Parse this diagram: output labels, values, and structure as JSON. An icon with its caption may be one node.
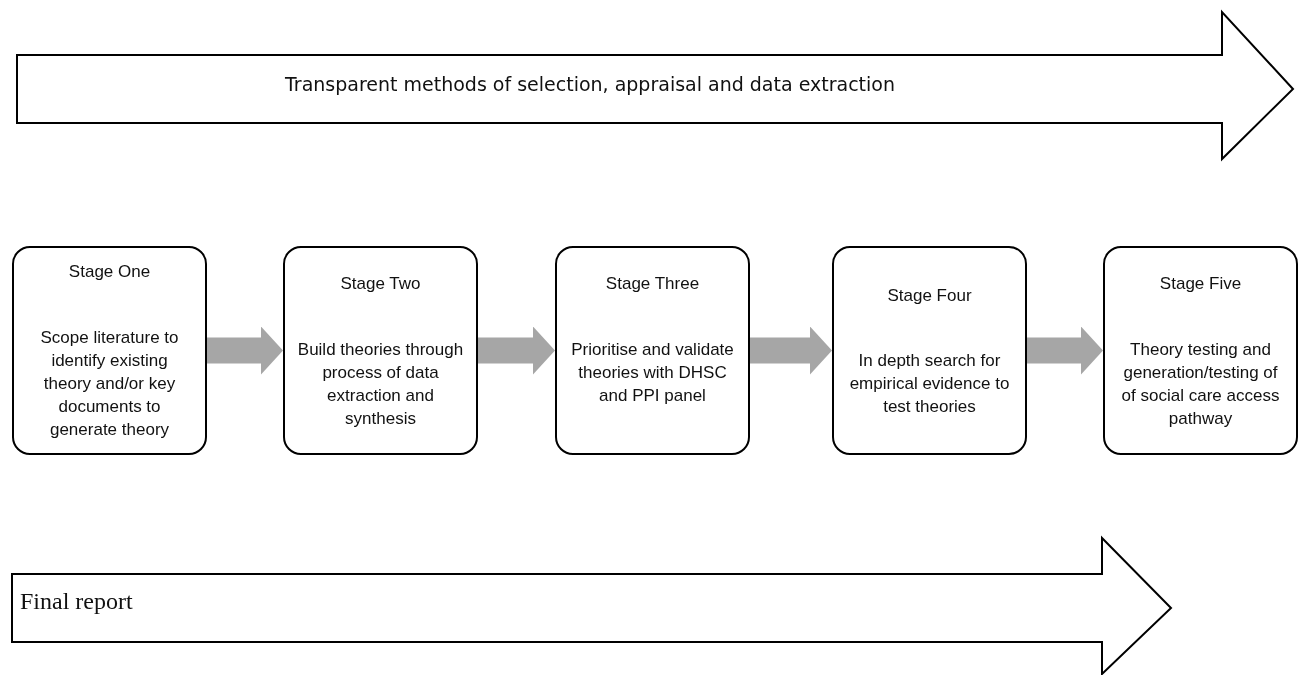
{
  "diagram": {
    "nodes": [
      {
        "text": [
          "Transparent methods of selection, appraisal and data extraction"
        ]
      },
      {
        "text": [
          "Stage One",
          "Scope literature to identify existing theory and/or key documents to generate theory"
        ]
      },
      {
        "text": [
          "Stage Two",
          "Build theories through process of data extraction and synthesis"
        ]
      },
      {
        "text": [
          "Stage Three",
          "Prioritise and validate theories with DHSC and PPI panel"
        ]
      },
      {
        "text": [
          "Stage Four",
          "In depth search for empirical evidence to test theories"
        ]
      },
      {
        "text": [
          "Stage Five",
          "Theory testing and generation/testing of of social care access pathway"
        ]
      },
      {
        "text": [
          "Final report"
        ]
      }
    ],
    "edges": [
      {
        "from": 1,
        "to": 2,
        "arrow": "to"
      },
      {
        "from": 2,
        "to": 3,
        "arrow": "to"
      },
      {
        "from": 3,
        "to": 4,
        "arrow": "to"
      },
      {
        "from": 4,
        "to": 5,
        "arrow": "to"
      }
    ]
  }
}
